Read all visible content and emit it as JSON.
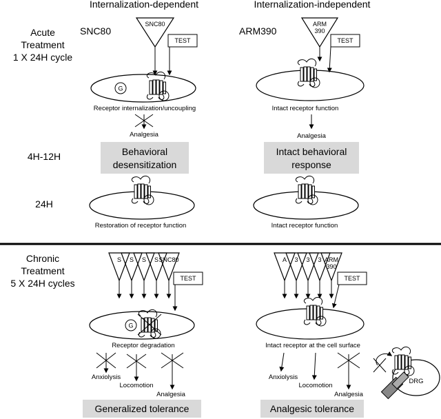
{
  "headers": {
    "left": "Internalization-dependent",
    "right": "Internalization-independent"
  },
  "acute": {
    "side_label": [
      "Acute",
      "Treatment",
      "1 X 24H cycle"
    ],
    "left_drug": "SNC80",
    "left_triangle": "SNC80",
    "right_drug": "ARM390",
    "right_triangle": [
      "ARM",
      "390"
    ],
    "test": "TEST",
    "g_label": "G",
    "left_cell_caption": "Receptor internalization/uncoupling",
    "right_cell_caption": "Intact receptor function",
    "left_outcome": "Analgesia",
    "right_outcome": "Analgesia",
    "time_4h": "4H-12H",
    "left_box": [
      "Behavioral",
      "desensitization"
    ],
    "right_box": [
      "Intact behavioral",
      "response"
    ],
    "time_24h": "24H",
    "left_24h_caption": "Restoration of receptor function",
    "right_24h_caption": "Intact receptor function"
  },
  "chronic": {
    "side_label": [
      "Chronic",
      "Treatment",
      "5 X 24H cycles"
    ],
    "left_triangles": [
      "S",
      "S",
      "S",
      "S",
      "SNC80"
    ],
    "right_triangles": [
      "A",
      "3",
      "3",
      "3",
      "ARM"
    ],
    "right_triangle_sub": "390",
    "test": "TEST",
    "g_label": "G",
    "left_cell_caption": "Receptor degradation",
    "right_cell_caption": "Intact receptor at the cell surface",
    "left_outcomes": [
      "Anxiolysis",
      "Locomotion",
      "Analgesia"
    ],
    "right_outcomes": [
      "Anxiolysis",
      "Locomotion",
      "Analgesia"
    ],
    "drg_label": "DRG",
    "left_box": "Generalized tolerance",
    "right_box": "Analgesic tolerance"
  }
}
